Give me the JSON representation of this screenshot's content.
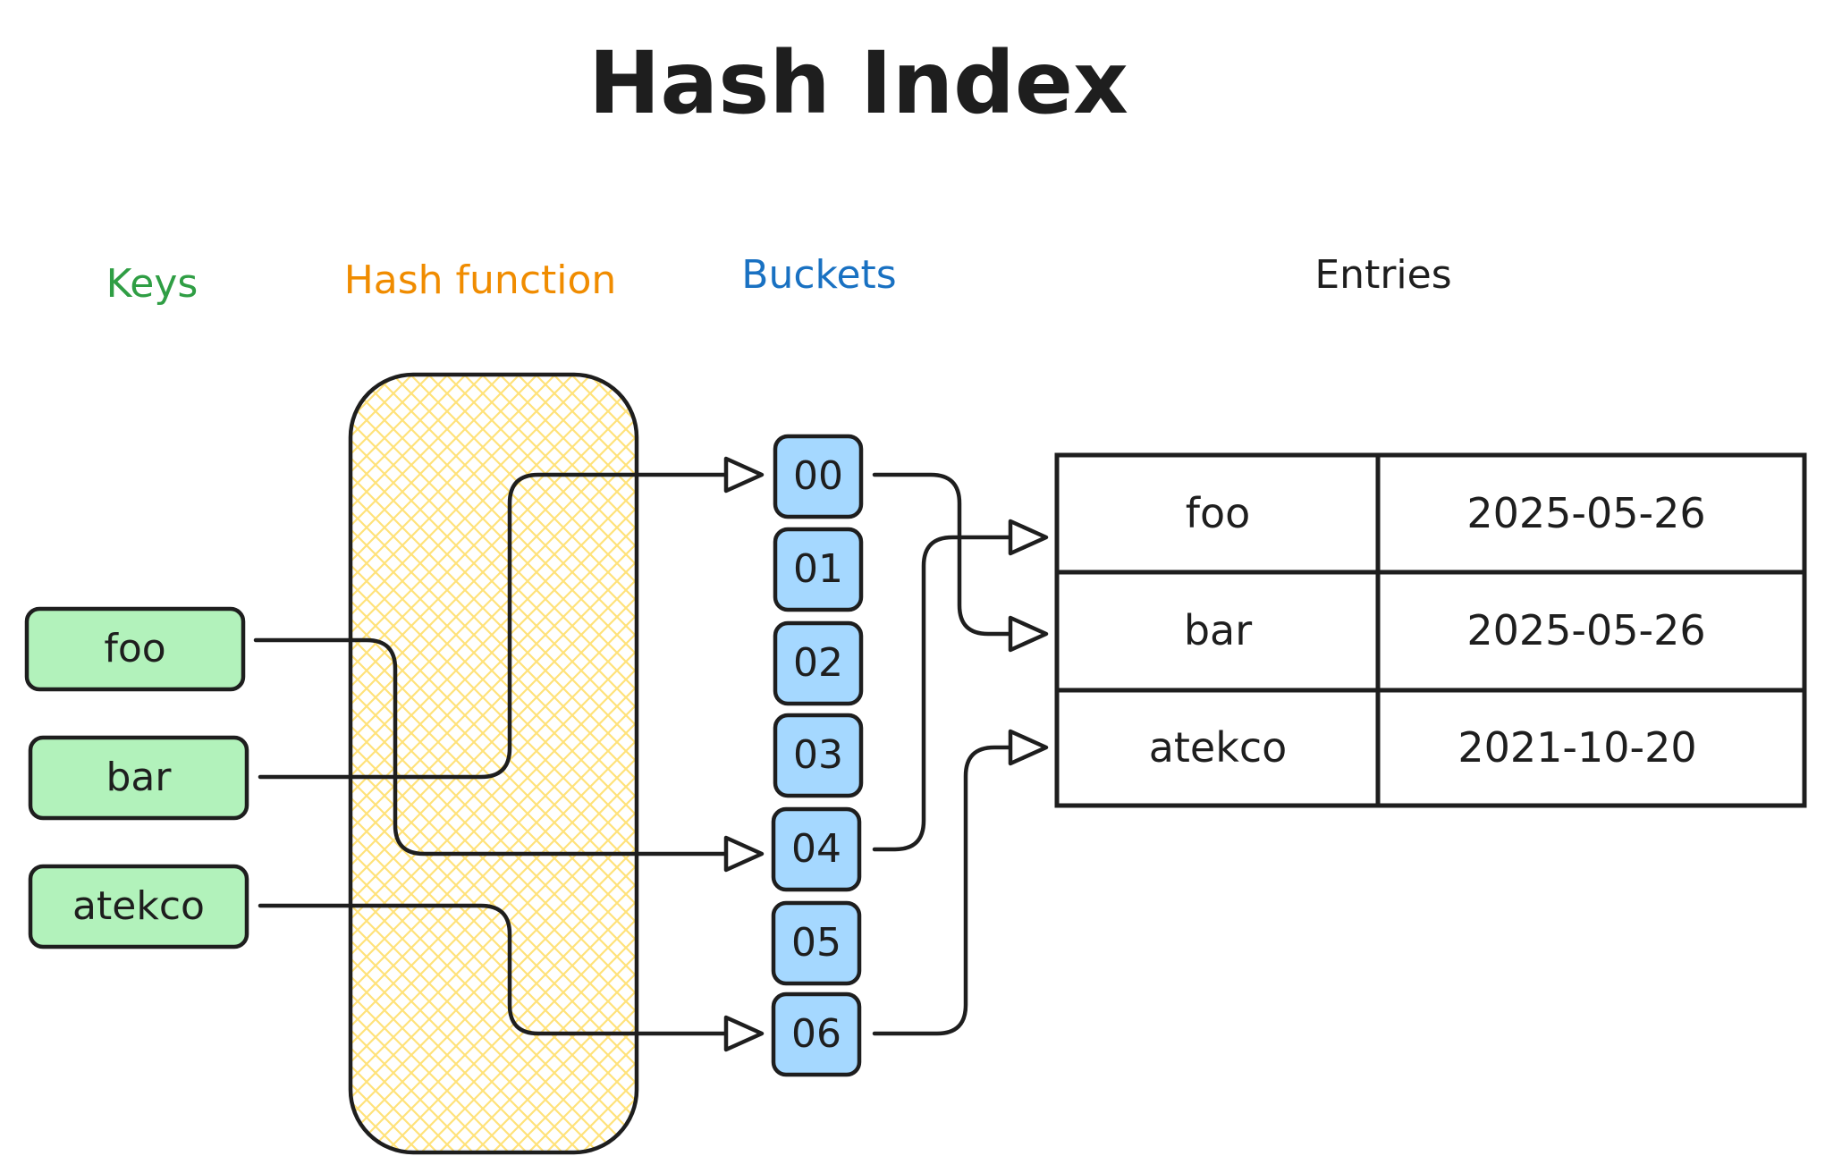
{
  "title": "Hash Index",
  "headings": {
    "keys": "Keys",
    "hash_function": "Hash function",
    "buckets": "Buckets",
    "entries": "Entries"
  },
  "keys": [
    "foo",
    "bar",
    "atekco"
  ],
  "buckets": [
    "00",
    "01",
    "02",
    "03",
    "04",
    "05",
    "06"
  ],
  "entries": [
    {
      "key": "foo",
      "value": "2025-05-26"
    },
    {
      "key": "bar",
      "value": "2025-05-26"
    },
    {
      "key": "atekco",
      "value": "2021-10-20"
    }
  ],
  "colors": {
    "keys": "#2f9e44",
    "hash_function": "#f08c00",
    "buckets": "#1971c2",
    "key_fill": "#b2f2bb",
    "bucket_fill": "#a5d8ff",
    "hash_hatch": "#ffec99",
    "stroke": "#1e1e1e"
  }
}
